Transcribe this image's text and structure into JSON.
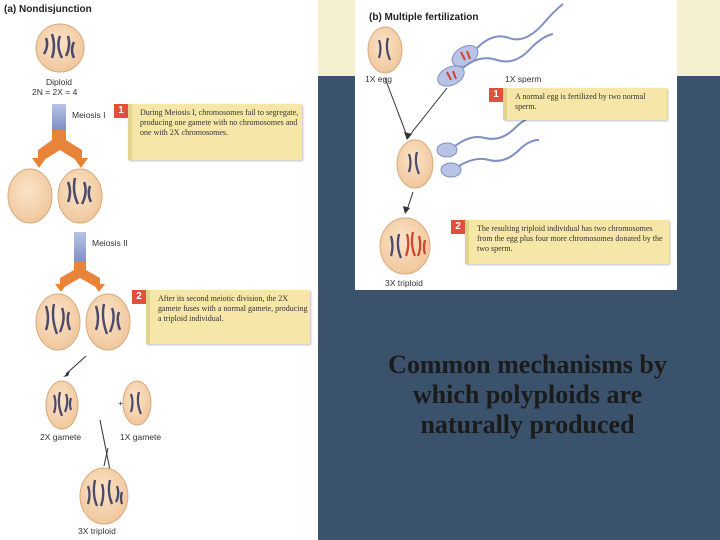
{
  "panel_a": {
    "heading": "(a) Nondisjunction",
    "diploid_label": "Diploid",
    "ploidy_formula": "2N = 2X = 4",
    "meiosis1_label": "Meiosis I",
    "meiosis2_label": "Meiosis II",
    "callout1_number": "1",
    "callout1_text": "During Meiosis I, chromosomes fail to segregate, producing one gamete with no chromosomes and one with 2X chromosomes.",
    "callout2_number": "2",
    "callout2_text": "After its second meiotic division, the 2X gamete fuses with a normal gamete, producing a triploid individual.",
    "gamete2x_label": "2X gamete",
    "gamete1x_label": "1X gamete",
    "plus_sign": "+",
    "triploid_label": "3X triploid"
  },
  "panel_b": {
    "heading": "(b) Multiple fertilization",
    "egg_label": "1X egg",
    "sperm_label": "1X sperm",
    "callout1_number": "1",
    "callout1_text": "A normal egg is fertilized by two normal sperm.",
    "callout2_number": "2",
    "callout2_text": "The resulting triploid individual has two chromosomes from the egg plus four more chromosomes donated by the two sperm.",
    "triploid_label": "3X triploid"
  },
  "caption": "Common mechanisms by which polyploids are naturally produced",
  "colors": {
    "background_dark": "#3a526c",
    "cream": "#f5f0cf",
    "callout_fill": "#f6e7a8",
    "callout_number": "#e0503a",
    "cell_fill": "#f3cfa8",
    "arrow_orange": "#e8843a",
    "arrow_blue": "#7f8fc4",
    "chromosome_maternal": "#4a4a6a",
    "chromosome_paternal": "#d0452f"
  }
}
